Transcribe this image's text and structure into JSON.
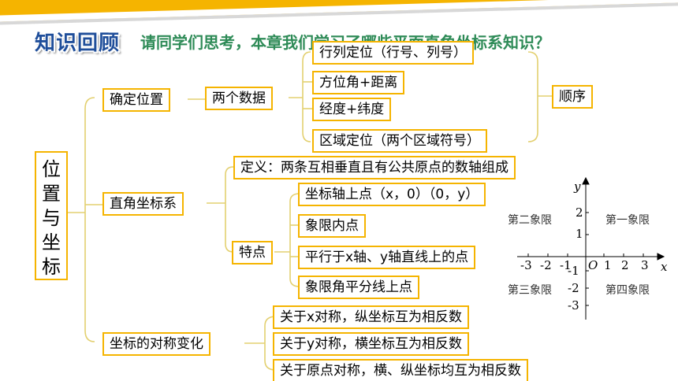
{
  "header": {
    "logo_text": "知识回顾",
    "question": "请同学们思考，本章我们学习了哪些平面直角坐标系知识？"
  },
  "root": "位置与坐标",
  "branches": {
    "locate": {
      "label": "确定位置",
      "sub": "两个数据",
      "items": [
        "行列定位（行号、列号）",
        "方位角+距离",
        "经度+纬度",
        "区域定位（两个区域符号）"
      ],
      "result": "顺序"
    },
    "system": {
      "label": "直角坐标系",
      "definition": "定义：两条互相垂直且有公共原点的数轴组成",
      "feature_label": "特点",
      "features": [
        "坐标轴上点（x，0）（0，y）",
        "象限内点",
        "平行于x轴、y轴直线上的点",
        "象限角平分线上点"
      ]
    },
    "symmetry": {
      "label": "坐标的对称变化",
      "items": [
        "关于x对称，纵坐标互为相反数",
        "关于y对称，横坐标互为相反数",
        "关于原点对称，横、纵坐标均互为相反数"
      ]
    }
  },
  "axes": {
    "x_label": "x",
    "y_label": "y",
    "origin": "O",
    "x_ticks": [
      "-3",
      "-2",
      "-1",
      "1",
      "2",
      "3"
    ],
    "y_ticks": [
      "2",
      "1",
      "-1",
      "-2",
      "-3"
    ],
    "quadrants": {
      "q1": "第一象限",
      "q2": "第二象限",
      "q3": "第三象限",
      "q4": "第四象限"
    }
  }
}
